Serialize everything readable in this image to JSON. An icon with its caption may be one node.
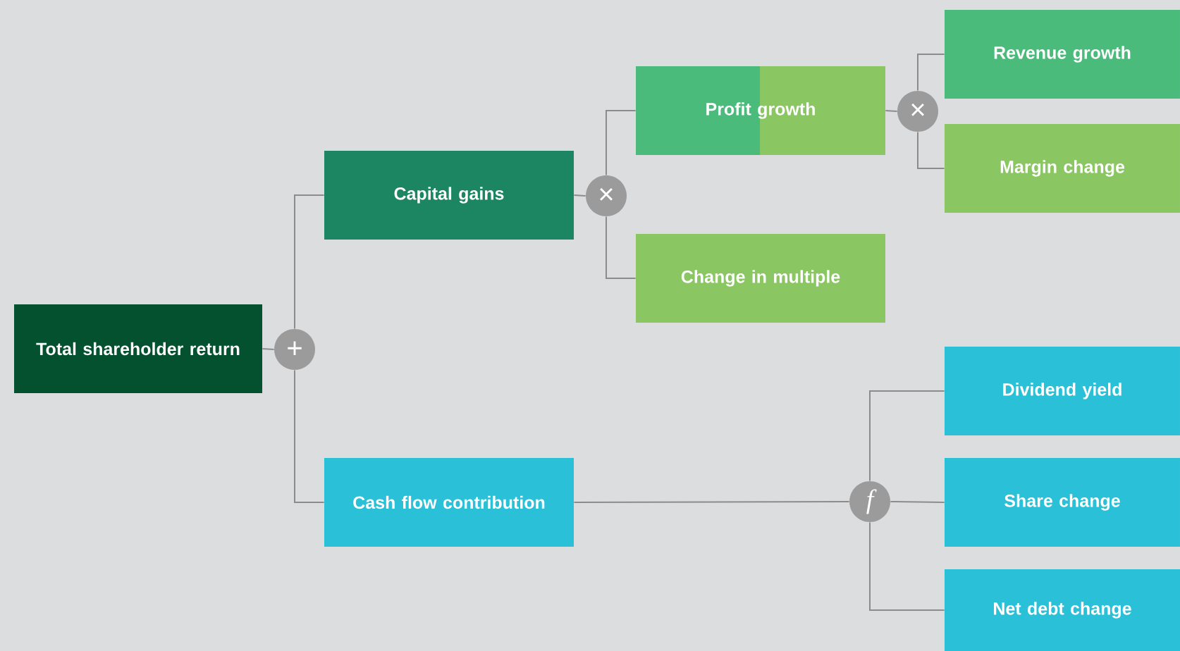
{
  "diagram": {
    "nodes": [
      {
        "text": [
          "Total shareholder return"
        ]
      },
      {
        "text": [
          "+"
        ]
      },
      {
        "text": [
          "Capital gains"
        ]
      },
      {
        "text": [
          "×"
        ]
      },
      {
        "text": [
          "Profit growth"
        ]
      },
      {
        "text": [
          "×"
        ]
      },
      {
        "text": [
          "Revenue growth"
        ]
      },
      {
        "text": [
          "Margin change"
        ]
      },
      {
        "text": [
          "Change in multiple"
        ]
      },
      {
        "text": [
          "Cash flow contribution"
        ]
      },
      {
        "text": [
          "f"
        ]
      },
      {
        "text": [
          "Dividend yield"
        ]
      },
      {
        "text": [
          "Share change"
        ]
      },
      {
        "text": [
          "Net debt change"
        ]
      }
    ],
    "edges": [
      {
        "from": 0,
        "to": 1,
        "arrow": "none"
      },
      {
        "from": 1,
        "to": 2,
        "arrow": "none"
      },
      {
        "from": 1,
        "to": 9,
        "arrow": "none"
      },
      {
        "from": 2,
        "to": 3,
        "arrow": "none"
      },
      {
        "from": 3,
        "to": 4,
        "arrow": "none"
      },
      {
        "from": 3,
        "to": 8,
        "arrow": "none"
      },
      {
        "from": 4,
        "to": 5,
        "arrow": "none"
      },
      {
        "from": 5,
        "to": 6,
        "arrow": "none"
      },
      {
        "from": 5,
        "to": 7,
        "arrow": "none"
      },
      {
        "from": 9,
        "to": 10,
        "arrow": "none"
      },
      {
        "from": 10,
        "to": 11,
        "arrow": "none"
      },
      {
        "from": 10,
        "to": 12,
        "arrow": "none"
      },
      {
        "from": 10,
        "to": 13,
        "arrow": "none"
      }
    ]
  }
}
